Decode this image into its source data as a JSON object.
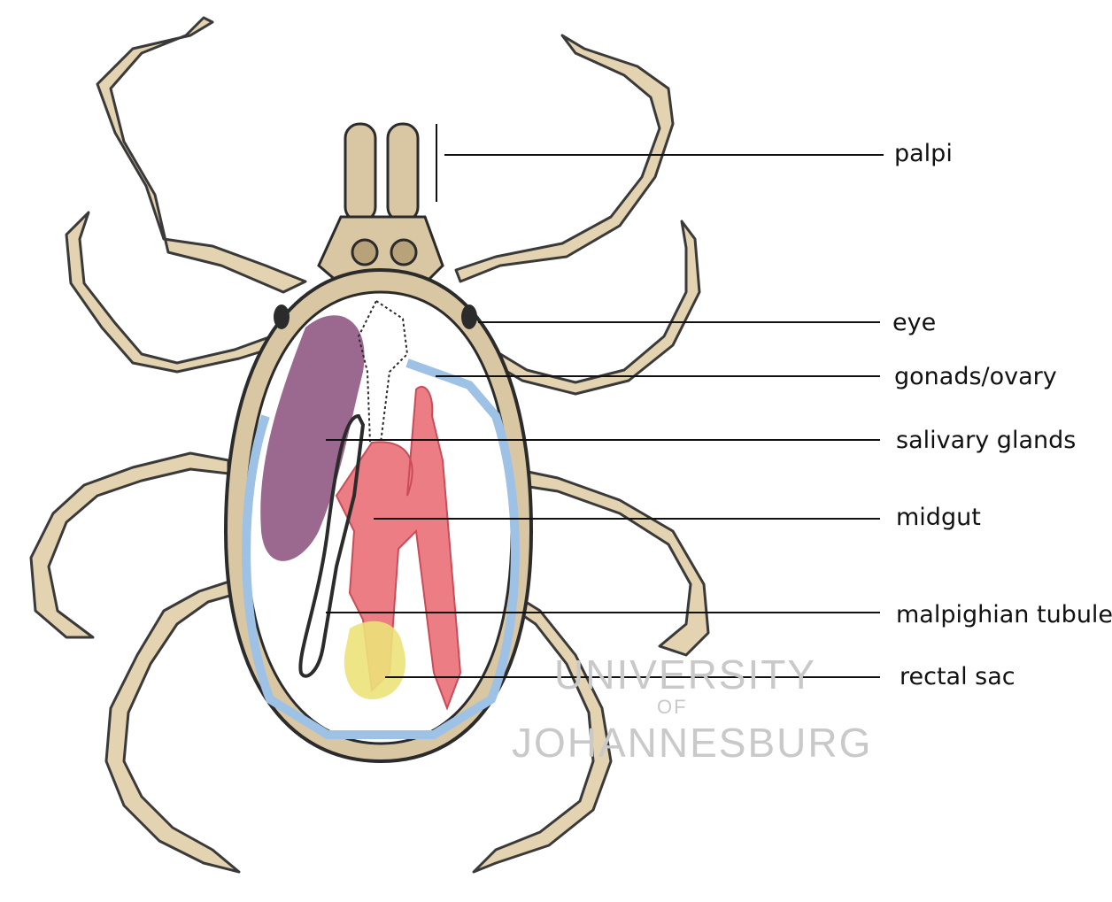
{
  "labels": {
    "palpi": "palpi",
    "eye": "eye",
    "gonads": "gonads/ovary",
    "salivary": "salivary glands",
    "midgut": "midgut",
    "malpighian": "malpighian tubule",
    "rectal": "rectal sac"
  },
  "watermark": {
    "line1": "UNIVERSITY",
    "line2": "OF",
    "line3": "JOHANNESBURG"
  },
  "colors": {
    "body_outline": "#2b2b2b",
    "cuticle": "#d9c7a3",
    "leg_fill": "#e4d3b0",
    "hemocoel_border": "#9ec1e6",
    "salivary_glands": "#8a4f7d",
    "midgut": "#ec7d84",
    "rectal_sac": "#ece27a",
    "leader_line": "#111111"
  }
}
